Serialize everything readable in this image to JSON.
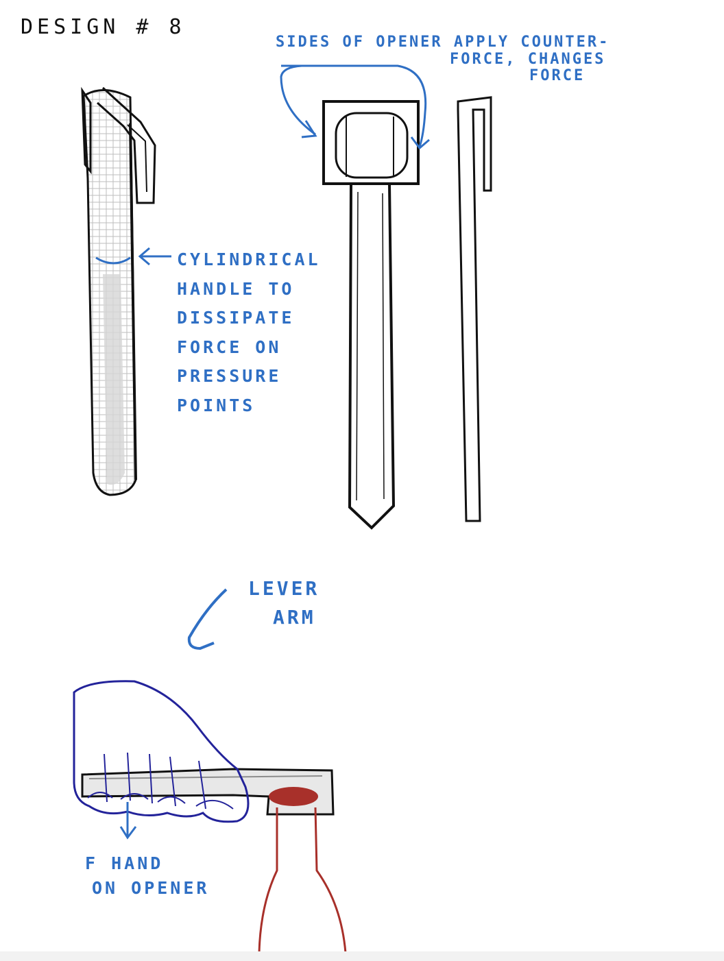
{
  "title": "DESIGN # 8",
  "colors": {
    "ink": "#111111",
    "annotation": "#2f6fc4",
    "hand": "#23239a",
    "bottle": "#a8302a",
    "cap": "#a8302a",
    "shade": "#c9c9c9"
  },
  "annotations": {
    "sides": [
      "SIDES OF OPENER APPLY COUNTER-",
      "FORCE, CHANGES",
      "FORCE"
    ],
    "handle": [
      "CYLINDRICAL",
      "HANDLE TO",
      "DISSIPATE",
      "FORCE ON",
      "PRESSURE",
      "POINTS"
    ],
    "lever": [
      "LEVER",
      "ARM"
    ],
    "force": [
      "F HAND",
      "ON OPENER"
    ]
  }
}
